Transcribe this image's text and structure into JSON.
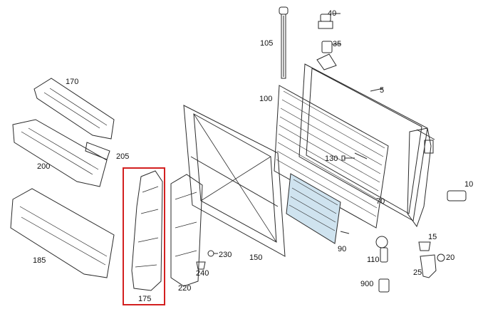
{
  "colors": {
    "highlight": "#d32020",
    "line": "#2a2a2a",
    "accent_part": "#cfe3ef"
  },
  "callouts": [
    {
      "id": "c40",
      "text": "40"
    },
    {
      "id": "c105",
      "text": "105"
    },
    {
      "id": "c35",
      "text": "35"
    },
    {
      "id": "c170",
      "text": "170"
    },
    {
      "id": "c5",
      "text": "5"
    },
    {
      "id": "c100",
      "text": "100"
    },
    {
      "id": "c205",
      "text": "205"
    },
    {
      "id": "c200",
      "text": "200"
    },
    {
      "id": "c130",
      "text": "130"
    },
    {
      "id": "c10",
      "text": "10"
    },
    {
      "id": "c70",
      "text": "70"
    },
    {
      "id": "c185",
      "text": "185"
    },
    {
      "id": "c150",
      "text": "150"
    },
    {
      "id": "c230",
      "text": "230"
    },
    {
      "id": "c240",
      "text": "240"
    },
    {
      "id": "c220",
      "text": "220"
    },
    {
      "id": "c90",
      "text": "90"
    },
    {
      "id": "c15",
      "text": "15"
    },
    {
      "id": "c110",
      "text": "110"
    },
    {
      "id": "c20",
      "text": "20"
    },
    {
      "id": "c25",
      "text": "25"
    },
    {
      "id": "c900",
      "text": "900"
    },
    {
      "id": "c175",
      "text": "175"
    }
  ]
}
